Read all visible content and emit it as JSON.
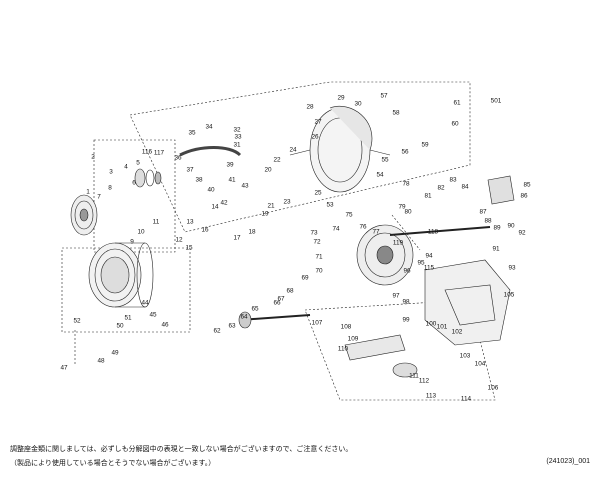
{
  "notes": [
    "調整座金類に関しましては、必ずしも分解図中の表現と一致しない場合がございますので、ご注意ください。",
    "（製品により使用している場合とそうでない場合がございます。）"
  ],
  "diagram_code": "(241023)_001",
  "part_labels": [
    "1",
    "2",
    "3",
    "4",
    "5",
    "6",
    "7",
    "8",
    "9",
    "10",
    "11",
    "12",
    "13",
    "14",
    "15",
    "16",
    "17",
    "18",
    "19",
    "20",
    "21",
    "22",
    "23",
    "24",
    "25",
    "26",
    "27",
    "28",
    "29",
    "30",
    "31",
    "32",
    "33",
    "34",
    "35",
    "36",
    "37",
    "38",
    "39",
    "40",
    "41",
    "42",
    "43",
    "44",
    "45",
    "46",
    "47",
    "48",
    "49",
    "50",
    "51",
    "52",
    "53",
    "54",
    "55",
    "56",
    "57",
    "58",
    "59",
    "60",
    "61",
    "62",
    "63",
    "64",
    "65",
    "66",
    "67",
    "68",
    "69",
    "70",
    "71",
    "72",
    "73",
    "74",
    "75",
    "76",
    "77",
    "78",
    "79",
    "80",
    "81",
    "82",
    "83",
    "84",
    "85",
    "86",
    "87",
    "88",
    "89",
    "90",
    "91",
    "92",
    "93",
    "94",
    "95",
    "96",
    "97",
    "98",
    "99",
    "100",
    "101",
    "102",
    "103",
    "104",
    "105",
    "106",
    "107",
    "108",
    "109",
    "110",
    "111",
    "112",
    "113",
    "114",
    "115",
    "116",
    "117",
    "118",
    "119",
    "501"
  ]
}
